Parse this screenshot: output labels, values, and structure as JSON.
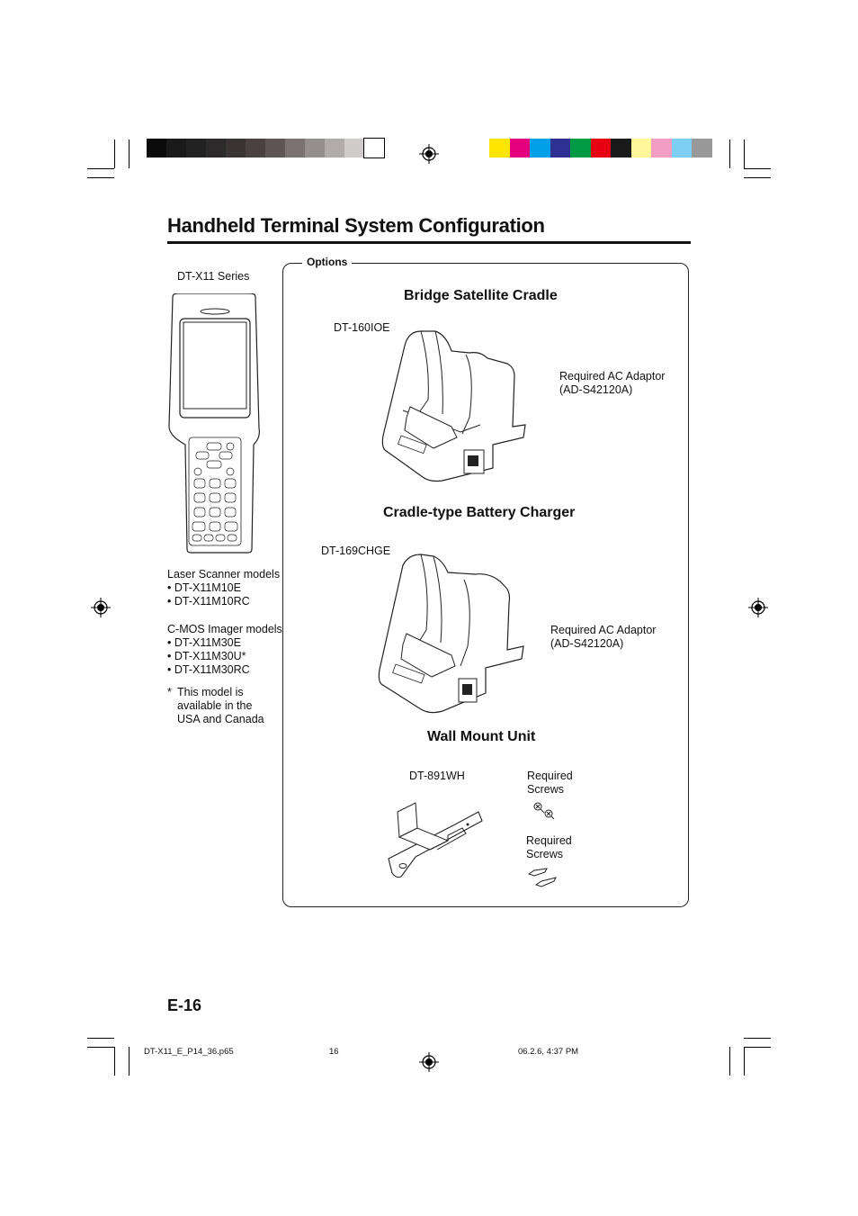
{
  "title": "Handheld Terminal System Configuration",
  "options_label": "Options",
  "terminal": {
    "series_label": "DT-X11 Series",
    "laser_heading": "Laser Scanner models",
    "laser_models": [
      "• DT-X11M10E",
      "• DT-X11M10RC"
    ],
    "cmos_heading": "C-MOS Imager models",
    "cmos_models": [
      "• DT-X11M30E",
      "• DT-X11M30U*",
      "• DT-X11M30RC"
    ],
    "footnote_mark": "*",
    "footnote_lines": [
      "This model is",
      "available in the",
      "USA and Canada"
    ]
  },
  "sections": {
    "bridge": {
      "title": "Bridge Satellite Cradle",
      "model": "DT-160IOE",
      "req_line1": "Required AC Adaptor",
      "req_line2": "(AD-S42120A)"
    },
    "charger": {
      "title": "Cradle-type Battery Charger",
      "model": "DT-169CHGE",
      "req_line1": "Required AC Adaptor",
      "req_line2": "(AD-S42120A)"
    },
    "wall": {
      "title": "Wall Mount Unit",
      "model": "DT-891WH",
      "screws1_line1": "Required",
      "screws1_line2": "Screws",
      "screws2_line1": "Required",
      "screws2_line2": "Screws"
    }
  },
  "page_number": "E-16",
  "footer": {
    "file": "DT-X11_E_P14_36.p65",
    "page": "16",
    "timestamp": "06.2.6, 4:37 PM"
  },
  "colors": {
    "gray_bar": [
      "#0b0b0b",
      "#1a1a1a",
      "#222222",
      "#2c2a2a",
      "#3a3434",
      "#4a4242",
      "#5e5656",
      "#7a7272",
      "#958e8e",
      "#b1abab",
      "#d0cccc",
      "#ffffff"
    ],
    "color_bar": [
      "#ffe600",
      "#e4007f",
      "#00a0e9",
      "#2e3192",
      "#009944",
      "#e60012",
      "#1a1a1a",
      "#fff799",
      "#f19ec2",
      "#7ecef4",
      "#999999"
    ]
  }
}
